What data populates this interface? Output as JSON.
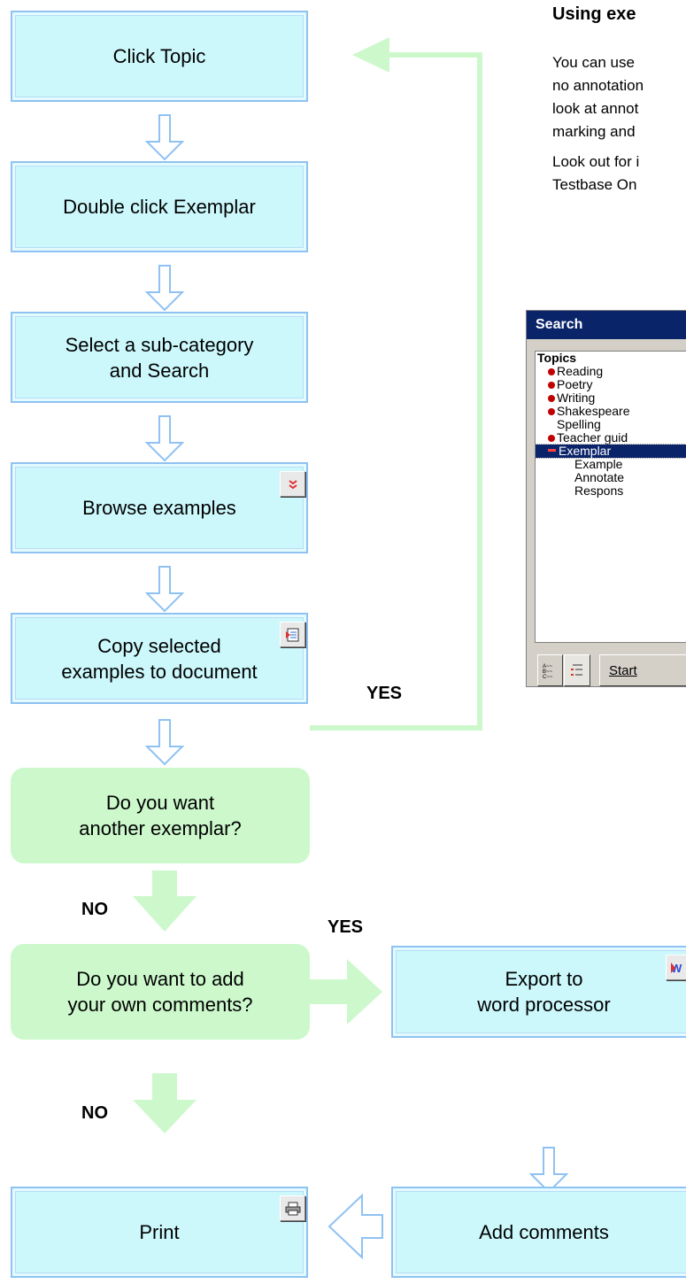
{
  "flowchart": {
    "step_click_topic": "Click Topic",
    "step_double_click": "Double click Exemplar",
    "step_select": "Select a sub-category\n and Search",
    "step_browse": "Browse examples",
    "step_copy": "Copy selected\nexamples to document",
    "decision_another": "Do you want\nanother exemplar?",
    "decision_comments": "Do you want to add\nyour own comments?",
    "step_export": "Export to\nword processor",
    "step_add_comments": "Add comments",
    "step_print": "Print",
    "yes_label": "YES",
    "no_label": "NO"
  },
  "info": {
    "heading": "Using exe",
    "intro_lines": [
      "You can use",
      "no annotation",
      "look at annot",
      "marking and"
    ],
    "lookout_lines": [
      "Look out for i",
      "Testbase On"
    ]
  },
  "search_dialog": {
    "title": "Search",
    "tree": [
      {
        "label": "Topics",
        "bold": true,
        "bullet": false,
        "indent": 0
      },
      {
        "label": "Reading",
        "bullet": true,
        "indent": 1
      },
      {
        "label": "Poetry",
        "bullet": true,
        "indent": 1
      },
      {
        "label": "Writing",
        "bullet": true,
        "indent": 1
      },
      {
        "label": "Shakespeare",
        "bullet": true,
        "indent": 1
      },
      {
        "label": "Spelling",
        "bullet": false,
        "indent": 1
      },
      {
        "label": "Teacher guid",
        "bullet": true,
        "indent": 1
      },
      {
        "label": "Exemplar",
        "selected": true,
        "indent": 1
      },
      {
        "label": "Example",
        "bullet": false,
        "indent": 2
      },
      {
        "label": "Annotate",
        "bullet": false,
        "indent": 2
      },
      {
        "label": "Respons",
        "bullet": false,
        "indent": 2
      }
    ],
    "start_button": "Start"
  },
  "colors": {
    "step_fill": "#ccf8fc",
    "step_border": "#8fc2f2",
    "decision_fill": "#ccf8cc",
    "loop_line": "#ccf8cc",
    "arrow_blue": "#8fc2f2"
  },
  "icons": {
    "browse": "double-chevron-down-icon",
    "copy": "copy-to-document-icon",
    "export": "word-processor-icon",
    "print": "printer-icon"
  }
}
